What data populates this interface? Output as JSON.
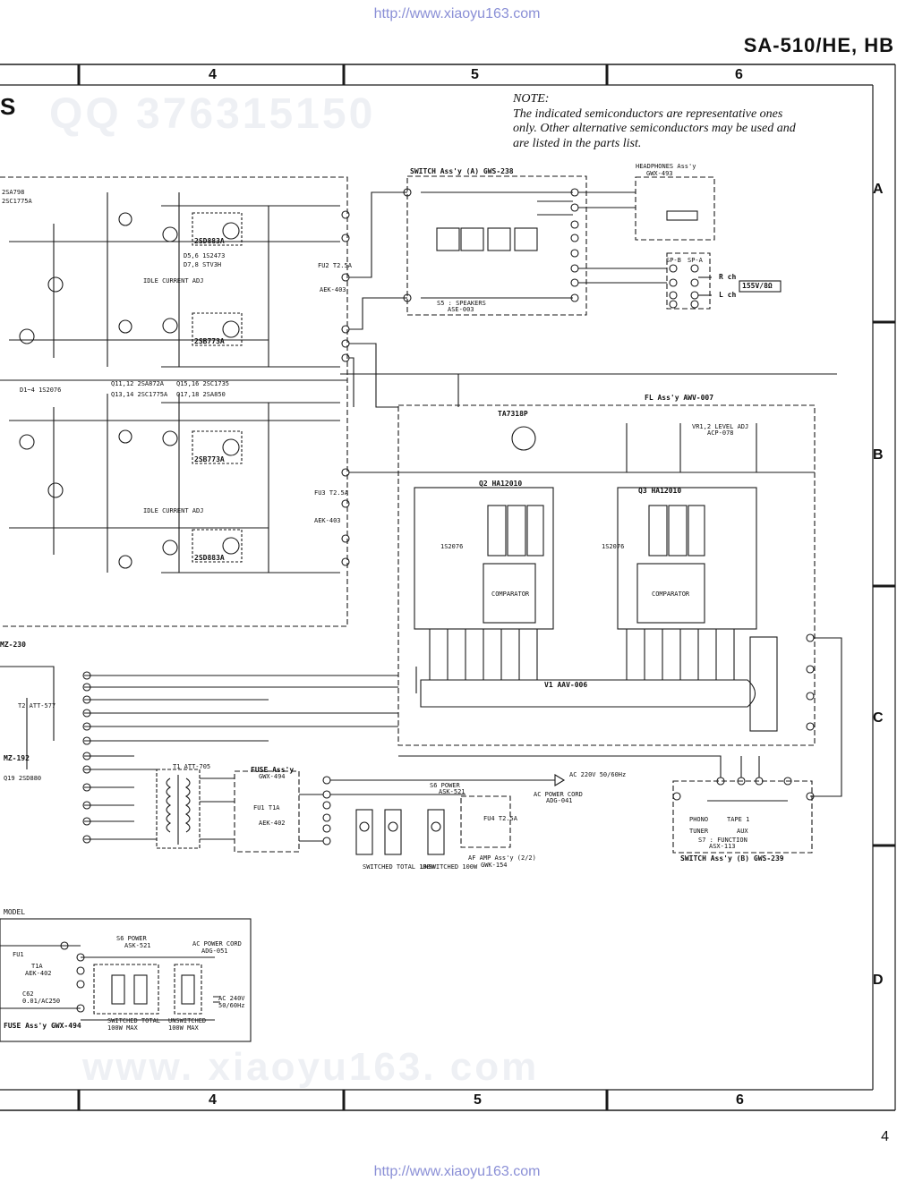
{
  "source_urls": {
    "top": "http://www.xiaoyu163.com",
    "bottom": "http://www.xiaoyu163.com"
  },
  "model": "SA-510/HE, HB",
  "page_number": "4",
  "section_letter": "S",
  "columns_top": [
    "4",
    "5",
    "6"
  ],
  "columns_bottom": [
    "4",
    "5",
    "6"
  ],
  "rows": [
    "A",
    "B",
    "C",
    "D"
  ],
  "note": {
    "title": "NOTE:",
    "lines": [
      "The indicated semiconductors are representative ones",
      "only. Other alternative semiconductors may be used and",
      "are listed in the parts list."
    ]
  },
  "watermarks": [
    "QQ 376315150",
    "www. xiaoyu163. com"
  ],
  "labels": {
    "switch_a": "SWITCH Ass'y (A) GWS-238",
    "headphones": "HEADPHONES Ass'y",
    "headphones_code": "GWX-493",
    "speakers": "S5 : SPEAKERS",
    "speakers_code": "ASE-003",
    "sp_b": "SP-B",
    "sp_a": "SP-A",
    "r_ch": "R ch",
    "l_ch": "L ch",
    "rating": "155V/8Ω",
    "fl_assy": "FL Ass'y AWV-007",
    "ta7318p": "TA7318P",
    "vr_adj": "VR1,2 LEVEL ADJ",
    "vr_code": "ACP-078",
    "q2": "Q2 HA12010",
    "q3": "Q3 HA12010",
    "d1": "1S2076",
    "d2": "1S2076",
    "comparator": "COMPARATOR",
    "v1": "V1 AAV-006",
    "q19": "2SD883A",
    "q21": "2SB773A",
    "q22": "2SB773A",
    "q20": "2SD883A",
    "d56": "D5,6 1S2473",
    "d78": "D7,8 STV3H",
    "q11_12": "Q11,12 2SA872A",
    "q15_16": "Q15,16 2SC1735",
    "q13_14": "Q13,14 2SC1775A",
    "q17_18": "Q17,18 2SA850",
    "d1_4": "D1~4 1S2076",
    "q_left_a": "2SA798",
    "q_left_b": "2SC1775A",
    "idle_adj": "IDLE CURRENT ADJ",
    "fu2": "FU2 T2.5A",
    "fu3": "FU3 T2.5A",
    "aek403": "AEK-403",
    "t1": "T1 ATT-705",
    "fuse_assy": "FUSE Ass'y",
    "fuse_code": "GWX-494",
    "fu1": "FU1 T1A",
    "aek402": "AEK-402",
    "s6": "S6 POWER",
    "s6_code": "ASK-521",
    "ac220": "AC 220V 50/60Hz",
    "ac_cord": "AC POWER CORD",
    "ac_cord_code": "ADG-041",
    "fu4": "FU4 T2.5A",
    "af_amp": "AF AMP Ass'y (2/2)",
    "af_code": "GWK-154",
    "switched": "SWITCHED TOTAL 100W",
    "unswitched": "UNSWITCHED 100W",
    "switch_b": "SWITCH Ass'y (B) GWS-239",
    "s7": "S7 : FUNCTION",
    "s7_code": "ASX-113",
    "phono": "PHONO",
    "tape1": "TAPE 1",
    "tuner": "TUNER",
    "aux": "AUX",
    "mz230": "MZ-230",
    "mz192": "MZ-192",
    "t2": "T2 ATT-577",
    "q19b": "Q19 2SD880",
    "model_box_title": "MODEL",
    "box_s6": "S6 POWER",
    "box_s6_code": "ASK-521",
    "box_ac_cord": "AC POWER CORD",
    "box_ac_code": "ADG-051",
    "box_fu1": "FU1",
    "box_t1a": "T1A",
    "box_aek402": "AEK-402",
    "box_c62": "C62",
    "box_c62_val": "0.01/AC250",
    "box_ac240": "AC 240V 50/60Hz",
    "box_switched": "SWITCHED TOTAL 100W MAX",
    "box_unswitched": "UNSWITCHED 100W MAX",
    "box_fuse": "FUSE Ass'y GWX-494"
  }
}
